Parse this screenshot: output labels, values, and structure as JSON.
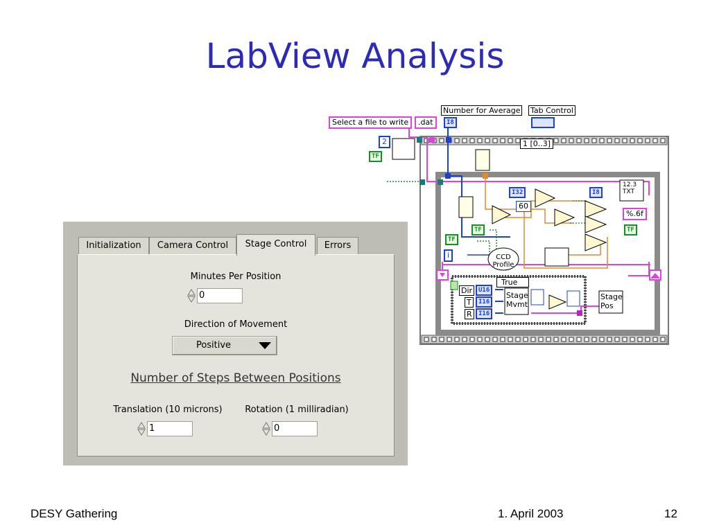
{
  "slide": {
    "title": "LabView Analysis",
    "footer_left": "DESY Gathering",
    "footer_center": "1. April 2003",
    "footer_right": "12"
  },
  "front_panel": {
    "tabs": [
      {
        "label": "Initialization",
        "active": false
      },
      {
        "label": "Camera Control",
        "active": false
      },
      {
        "label": "Stage Control",
        "active": true
      },
      {
        "label": "Errors",
        "active": false
      }
    ],
    "minutes_per_position": {
      "label": "Minutes Per Position",
      "value": "0"
    },
    "direction": {
      "label": "Direction of Movement",
      "value": "Positive"
    },
    "steps_heading": "Number of Steps Between Positions",
    "translation": {
      "label": "Translation (10 microns)",
      "value": "1"
    },
    "rotation": {
      "label": "Rotation  (1 milliradian)",
      "value": "0"
    }
  },
  "block_diagram": {
    "file_prompt": "Select a file to write",
    "extension": ".dat",
    "number_for_average": {
      "label": "Number for Average",
      "type": "I8"
    },
    "tab_control": {
      "label": "Tab Control"
    },
    "constant_2": "2",
    "tf_constant": "TF",
    "sequence_frame": "1 [0..3]",
    "i32": "I32",
    "i8_right": "I8",
    "const_60": "60",
    "format_string": "%.6f",
    "tf_a": "TF",
    "tf_b": "TF",
    "tf_right": "TF",
    "index_i": "i",
    "ccd_profile": "CCD Profile",
    "file_icon_label": "12.3 TXT",
    "case_selector": "True",
    "dir": {
      "label": "Dir",
      "type": "U16"
    },
    "t": {
      "label": "T",
      "type": "I16"
    },
    "r": {
      "label": "R",
      "type": "I16"
    },
    "stage_mvmt": "Stage Mvmt",
    "stage_pos": "Stage Pos",
    "colors": {
      "string_wire": "#e040e0",
      "integer_wire": "#1f3fd0",
      "boolean_wire": "#1a8a2a",
      "double_wire": "#e08a2a",
      "frame_gray": "#888888"
    }
  }
}
